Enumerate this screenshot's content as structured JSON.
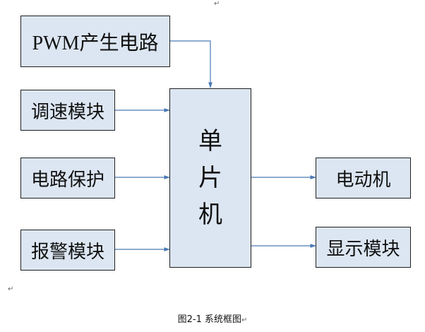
{
  "diagram": {
    "input_blocks": {
      "pwm": "PWM产生电路",
      "speed": "调速模块",
      "protect": "电路保护",
      "alarm": "报警模块"
    },
    "controller": {
      "line1": "单",
      "line2": "片",
      "line3": "机"
    },
    "output_blocks": {
      "motor": "电动机",
      "display": "显示模块"
    },
    "caption": "图2-1   系统框图",
    "paragraph_mark": "↵"
  }
}
